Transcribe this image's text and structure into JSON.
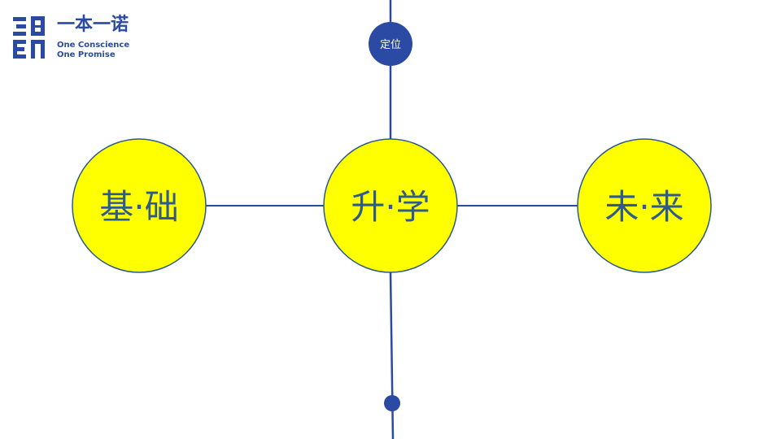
{
  "logo": {
    "chinese": "一本一诺",
    "english_line1": "One Conscience",
    "english_line2": "One Promise"
  },
  "colors": {
    "brand_blue": "#2b4aa4",
    "circle_fill": "#ffff00",
    "circle_stroke": "#2e5a8c",
    "line": "#2b4aa4",
    "background": "#ffffff"
  },
  "diagram": {
    "top_node_label": "定位",
    "nodes": [
      {
        "id": "foundation",
        "label": "基·础"
      },
      {
        "id": "advance",
        "label": "升·学"
      },
      {
        "id": "future",
        "label": "未·来"
      }
    ]
  }
}
